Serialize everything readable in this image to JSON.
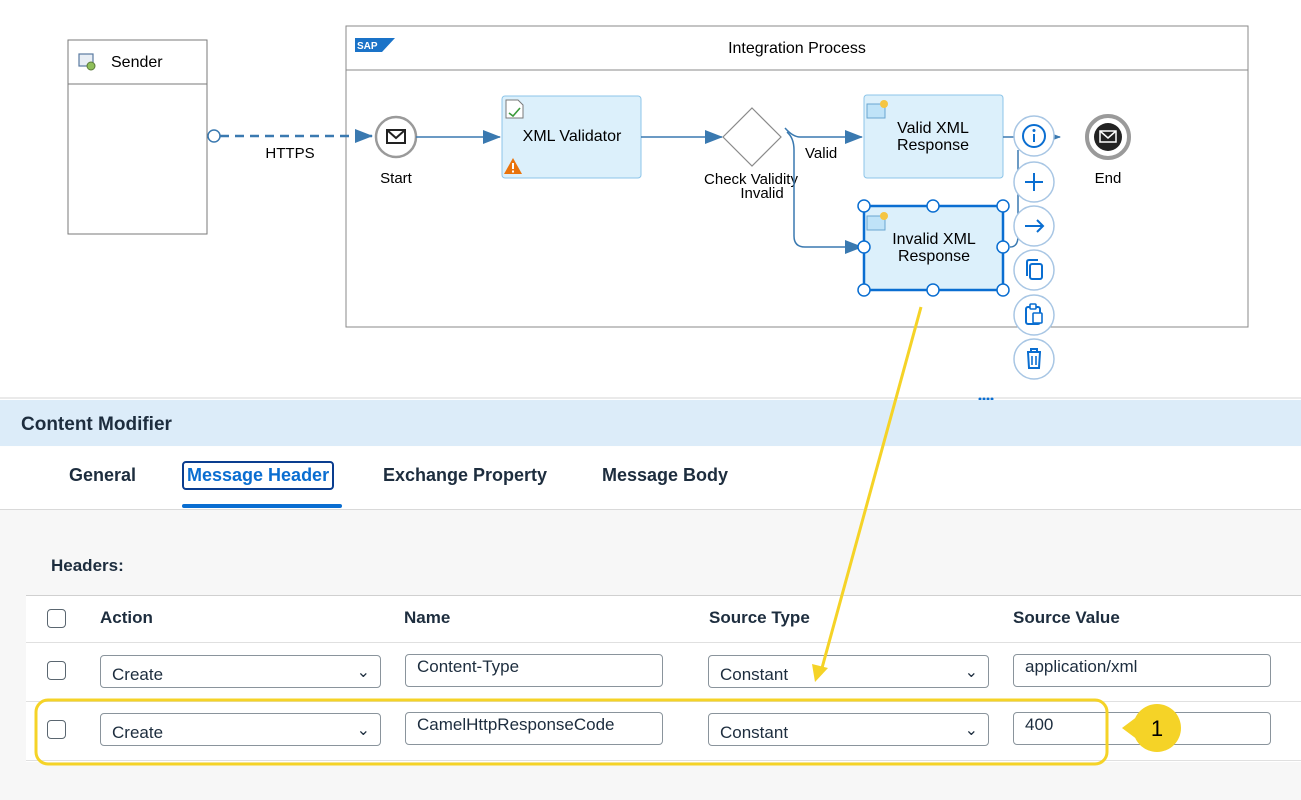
{
  "diagram": {
    "sender_label": "Sender",
    "process_title": "Integration Process",
    "sap_logo": "SAP",
    "https_label": "HTTPS",
    "start_label": "Start",
    "end_label": "End",
    "xml_validator_label": "XML Validator",
    "router_label": "Check Validity",
    "valid_branch_label": "Valid",
    "invalid_branch_label": "Invalid",
    "valid_response_line1": "Valid XML",
    "valid_response_line2": "Response",
    "invalid_response_line1": "Invalid XML",
    "invalid_response_line2": "Response",
    "context_actions": [
      "info-icon",
      "add-icon",
      "connect-arrow-icon",
      "copy-icon",
      "paste-icon",
      "delete-icon"
    ],
    "callout_number": "1",
    "accent_color": "#0a6ed1",
    "highlight_color": "#f5d327"
  },
  "panel": {
    "title": "Content Modifier",
    "tabs": [
      {
        "label": "General"
      },
      {
        "label": "Message Header"
      },
      {
        "label": "Exchange Property"
      },
      {
        "label": "Message Body"
      }
    ],
    "selected_tab": "Message Header",
    "headers_label": "Headers:",
    "columns": [
      "Action",
      "Name",
      "Source Type",
      "Source Value"
    ],
    "rows": [
      {
        "action": "Create",
        "name": "Content-Type",
        "source_type": "Constant",
        "source_value": "application/xml"
      },
      {
        "action": "Create",
        "name": "CamelHttpResponseCode",
        "source_type": "Constant",
        "source_value": "400"
      }
    ]
  }
}
